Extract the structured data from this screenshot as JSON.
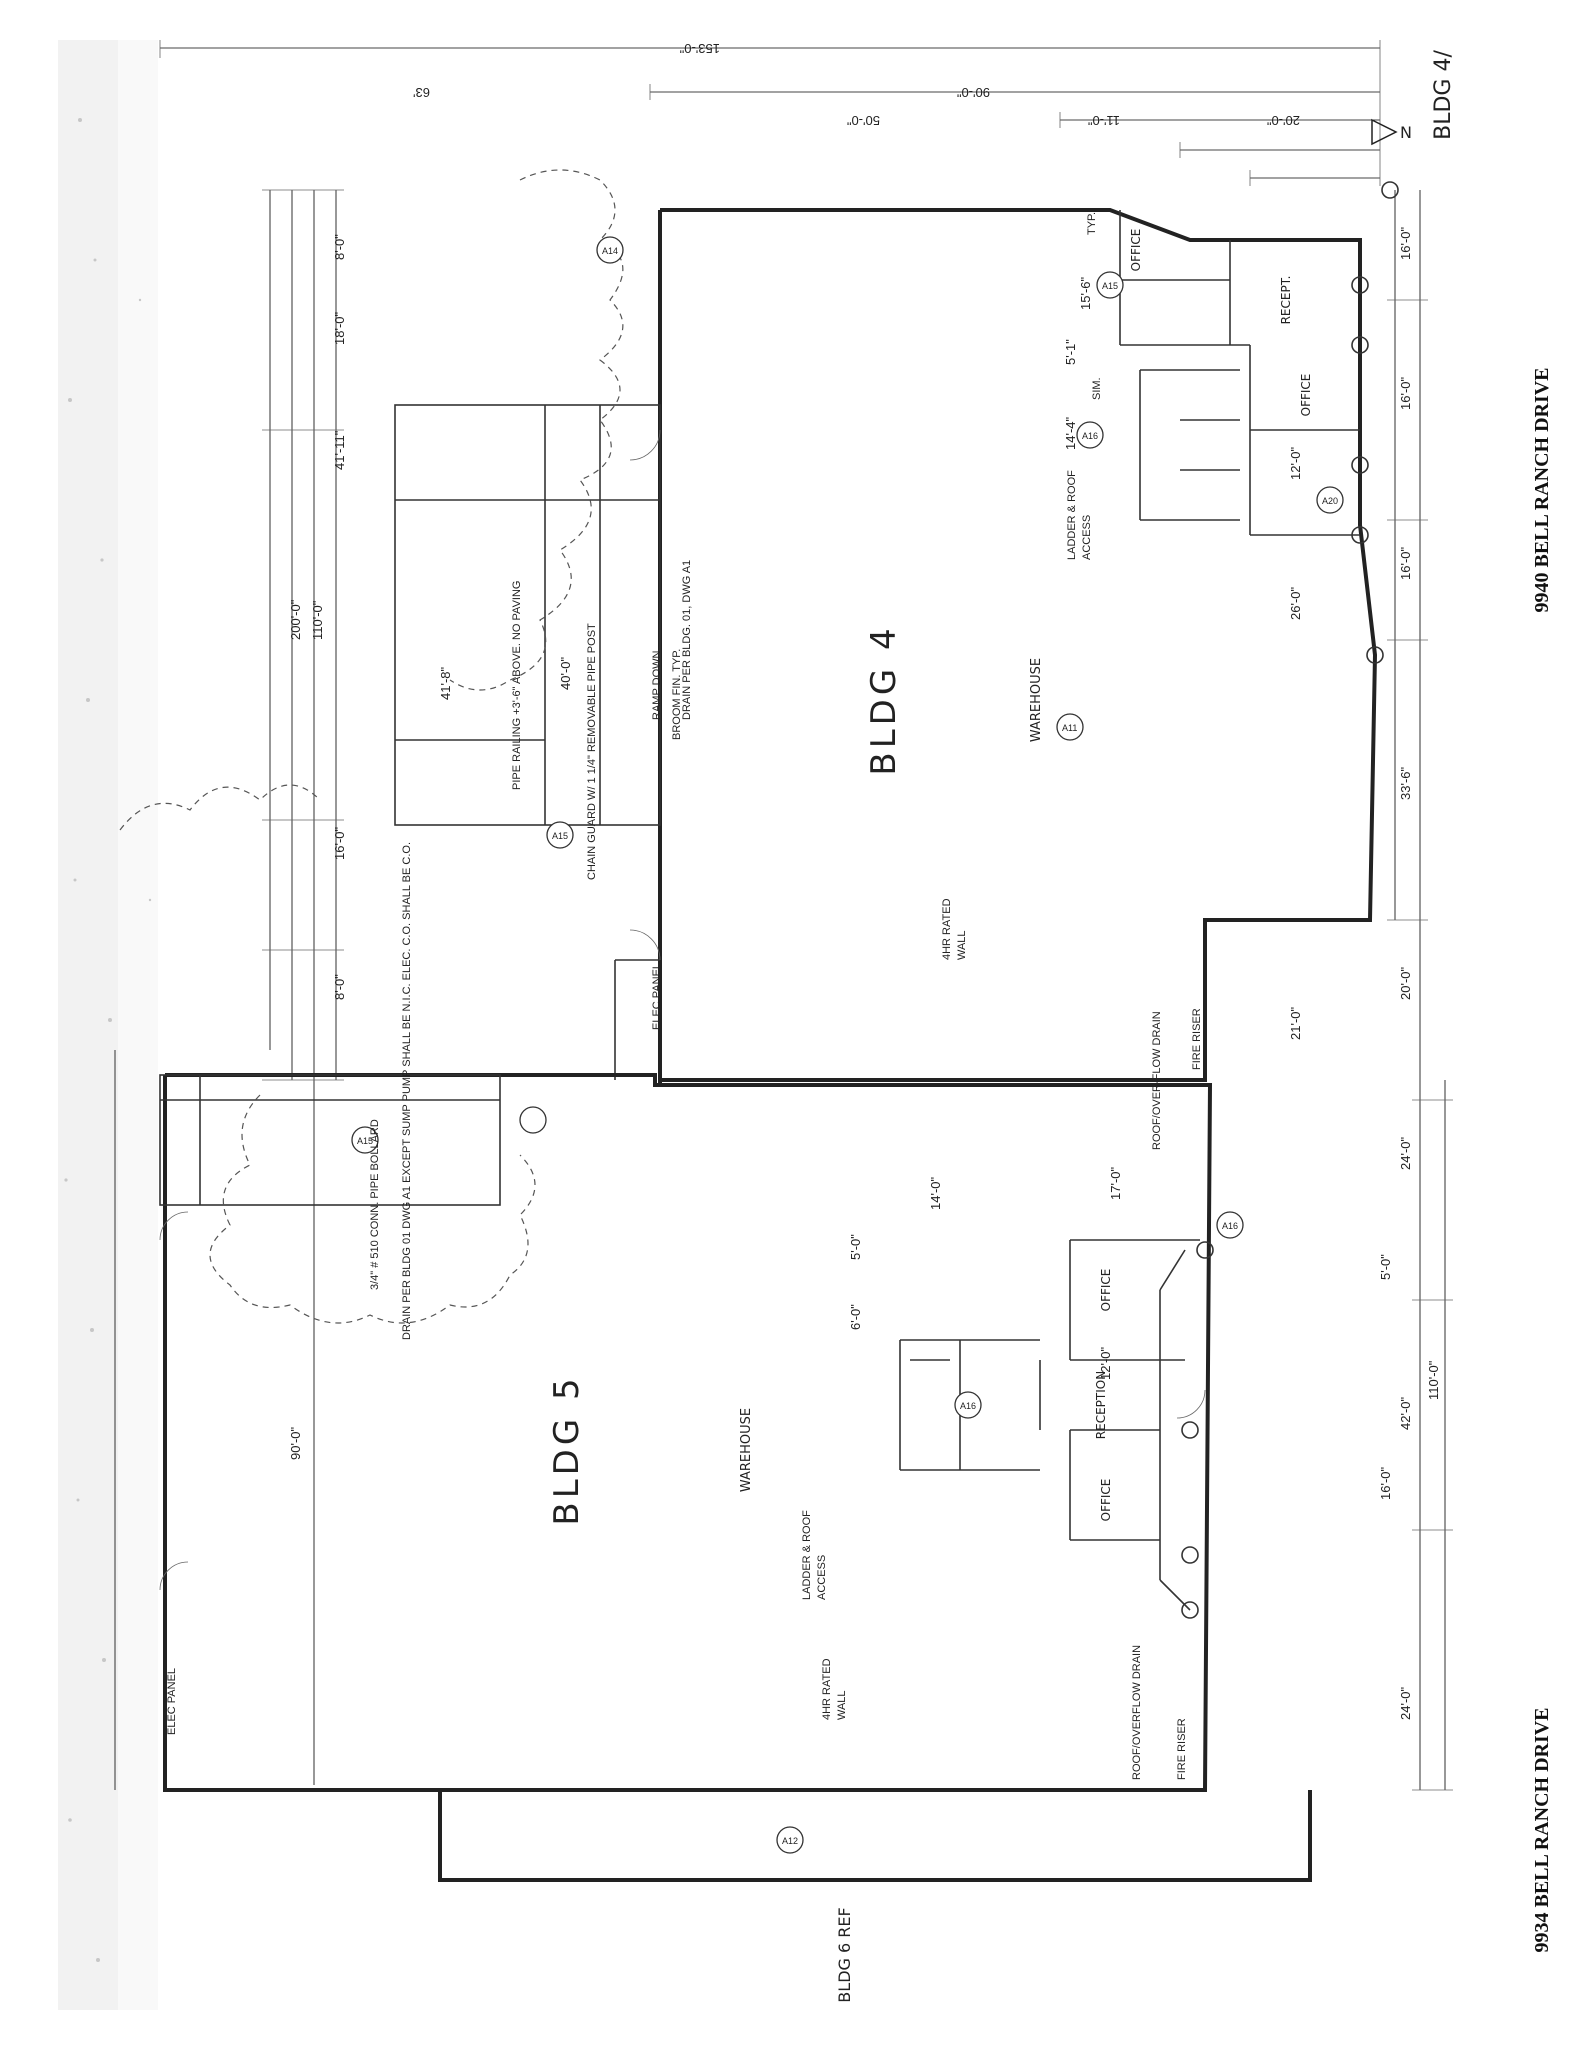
{
  "addresses": {
    "right": "9940 BELL RANCH DRIVE",
    "left": "9934 BELL RANCH DRIVE"
  },
  "buildings": {
    "bldg4": "BLDG 4",
    "bldg5": "BLDG 5",
    "bldg6_ref": "BLDG 6 REF",
    "bldg4_ref": "BLDG 4/"
  },
  "north": "N",
  "rooms": {
    "warehouse_4": "WAREHOUSE",
    "warehouse_5": "WAREHOUSE",
    "office_a": "OFFICE",
    "office_b": "OFFICE",
    "recept": "RECEPT.",
    "office_c": "OFFICE",
    "office_d": "OFFICE",
    "reception": "RECEPTION"
  },
  "notes": {
    "ladder_4a": "LADDER & ROOF",
    "ladder_4b": "ACCESS",
    "ladder_5a": "LADDER & ROOF",
    "ladder_5b": "ACCESS",
    "rated_wall_a": "4HR RATED",
    "rated_wall_b": "WALL",
    "rated_wall_c": "4HR RATED",
    "rated_wall_d": "WALL",
    "elec_panel_4": "ELEC PANEL",
    "elec_panel_5": "ELEC PANEL",
    "fire_riser_4": "FIRE RISER",
    "fire_riser_5": "FIRE RISER",
    "roof_drain_4": "ROOF/OVER-FLOW DRAIN",
    "roof_drain_5": "ROOF/OVERFLOW DRAIN",
    "ramp_down": "RAMP DOWN",
    "broom_fin": "BROOM FIN. TYP.",
    "drain_per": "DRAIN PER BLDG. 01, DWG A1",
    "pipe_railing": "PIPE RAILING +3'-6\" ABOVE. NO PAVING",
    "chain_guard": "CHAIN GUARD W/ 1 1/4\" REMOVABLE PIPE POST",
    "drain_notes": "DRAIN PER BLDG 01 DWG A1 EXCEPT SUMP PUMP SHALL BE N.I.C. ELEC. C.O. SHALL BE C.O.",
    "bollard": "3/4\" # 510 CONN. PIPE BOLLARD",
    "sim": "SIM.",
    "typ": "TYP."
  },
  "dims_top": [
    "153'-0\"",
    "90'-0\"",
    "50'-0\"",
    "11'-0\"",
    "20'-0\"",
    "63'"
  ],
  "dims_left": [
    "200'-0\"",
    "110'-0\"",
    "41'-11\"",
    "90'-0\"",
    "18'-0\"",
    "8'-0\"",
    "16'-0\"",
    "8'-0\""
  ],
  "dims_right": [
    "16'-0\"",
    "16'-0\"",
    "16'-0\"",
    "33'-6\"",
    "20'-0\"",
    "24'-0\"",
    "42'-0\"",
    "110'-0\"",
    "16'-0\"",
    "24'-0\"",
    "5'-0\""
  ],
  "dims_misc": [
    "41'-8\"",
    "40'-0\"",
    "15'-6\"",
    "12'-0\"",
    "14'-4\"",
    "5'-1\"",
    "21'-0\"",
    "17'-0\"",
    "5'-0\"",
    "6'-0\"",
    "14'-0\"",
    "26'-0\"",
    "12'-0\""
  ],
  "tags": {
    "a15": "A15",
    "a14": "A14",
    "a16": "A16",
    "a11": "A11",
    "a12": "A12",
    "a20": "A20"
  }
}
